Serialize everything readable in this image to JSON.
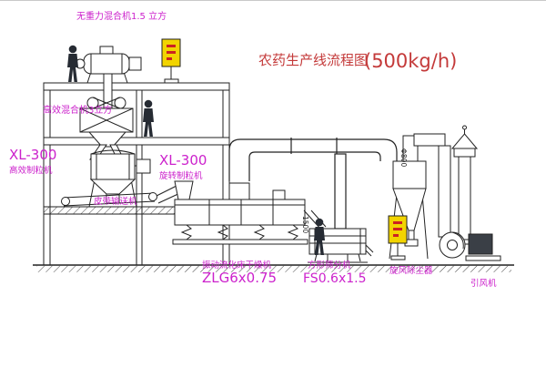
{
  "title": {
    "text": "农药生产线流程图",
    "capacity": "(500kg/h)"
  },
  "labels": {
    "top_mixer": "无重力混合机1.5 立方",
    "mixer2": "高效混合机3立方",
    "granulator_left_model": "XL-300",
    "granulator_left_name": "高效制粒机",
    "granulator_mid_model": "XL-300",
    "granulator_mid_name": "旋转制粒机",
    "belt_conveyor": "皮带输送机",
    "dryer_name": "振动流化床干燥机",
    "dryer_model": "ZLG6x0.75",
    "sieve_name": "方形筛分机",
    "sieve_model": "FS0.6x1.5",
    "cyclone": "旋风除尘器",
    "fan": "引风机"
  },
  "annotations": {
    "duct_diameter": "Φ800",
    "sieve_dimension": "1500"
  },
  "colors": {
    "label_magenta": "#cc22cc",
    "title_red": "#c43a3a",
    "panel_yellow": "#f2d400",
    "line": "#222222"
  }
}
